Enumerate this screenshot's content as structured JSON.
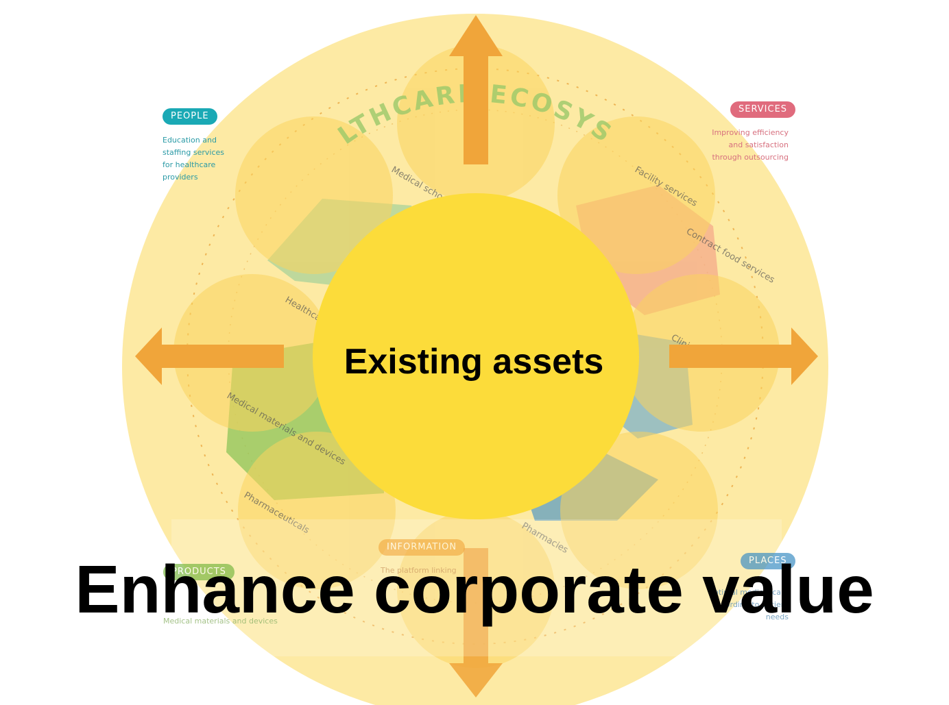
{
  "center_label": "Existing assets",
  "footer_label": "Enhance corporate value",
  "ecosystem_title": "HEALTHCARE ECOSYSTEM",
  "categories": {
    "people": {
      "tag": "PEOPLE",
      "lines": [
        "Education and",
        "staffing services",
        "for healthcare",
        "providers"
      ]
    },
    "services": {
      "tag": "SERVICES",
      "lines": [
        "Improving efficiency",
        "and satisfaction",
        "through outsourcing"
      ]
    },
    "information": {
      "tag": "INFORMATION",
      "lines": [
        "The platform linking"
      ]
    },
    "products": {
      "tag": "PRODUCTS",
      "lines": [
        "Medical materials and devices"
      ]
    },
    "places": {
      "tag": "PLACES",
      "lines": [
        "optimal medical care",
        "according to patient needs"
      ]
    }
  },
  "area_labels": {
    "medical_schools": "Medical schools",
    "facility_services": "Facility services",
    "contract_food_services": "Contract food services",
    "healthcare_staffing": "Healthcare staffing",
    "medical_materials": "Medical materials and devices",
    "pharmaceuticals": "Pharmaceuticals",
    "pharmacies": "Pharmacies",
    "clinics": "Clinics"
  },
  "colors": {
    "halo": "#fdeaa4",
    "core": "#fcdc3a",
    "petal": "#fbd35e",
    "arrow": "#f0a53a",
    "people": "#1aa9b5",
    "services": "#e06b7d",
    "information": "#f0a53a",
    "products": "#7bb843",
    "places": "#3e8fc4"
  }
}
